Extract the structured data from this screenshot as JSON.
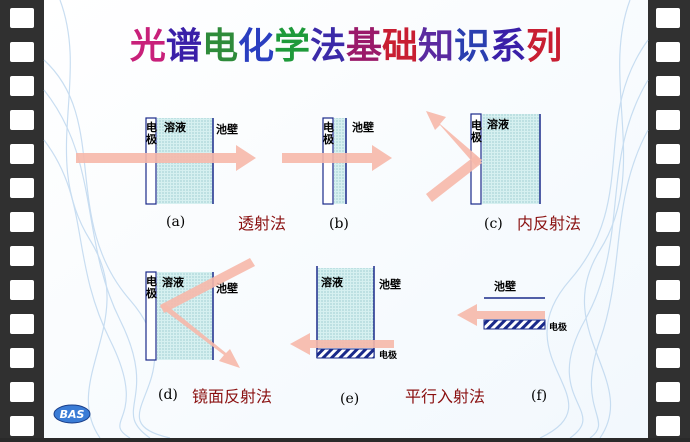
{
  "title": {
    "chars": [
      "光",
      "谱",
      "电",
      "化",
      "学",
      "法",
      "基",
      "础",
      "知",
      "识",
      "系",
      "列"
    ],
    "colors": [
      "#c8207a",
      "#3a1fa8",
      "#2e8b3a",
      "#2a3fc0",
      "#1e9a3a",
      "#3b2aa8",
      "#9a1a6a",
      "#c81e32",
      "#5a2aa0",
      "#2a3fb0",
      "#3a1fa8",
      "#c81e32"
    ]
  },
  "labels": {
    "solution": "溶液",
    "cell_wall": "池壁",
    "electrode_vertical": "电极",
    "electrode": "电极"
  },
  "methods": {
    "transmission": "透射法",
    "internal_reflection": "内反射法",
    "specular_reflection": "镜面反射法",
    "parallel_incidence": "平行入射法"
  },
  "captions": {
    "a": "(a)",
    "b": "(b)",
    "c": "(c)",
    "d": "(d)",
    "e": "(e)",
    "f": "(f)"
  },
  "logo": "BAS",
  "colors": {
    "arrow": "#f6b8aa",
    "solution_fill": "#cfeeee",
    "cell_line": "#1a2a8a",
    "method_text": "#8a1010"
  }
}
